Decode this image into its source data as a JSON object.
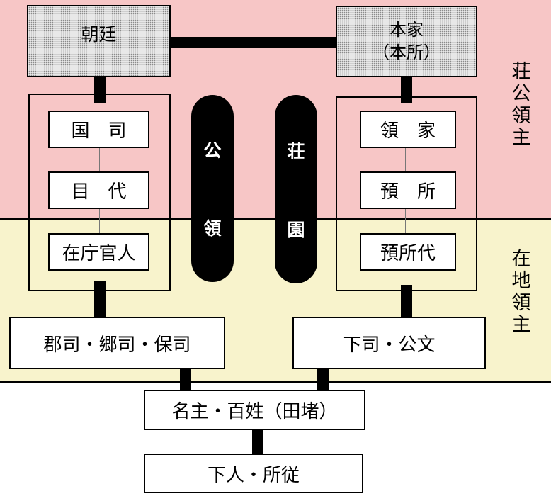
{
  "colors": {
    "upper_band": "#f7c6c6",
    "lower_band": "#f8f3cc",
    "ink": "#000000"
  },
  "side_labels": {
    "upper": [
      "荘",
      "公",
      "領",
      "主"
    ],
    "lower": [
      "在",
      "地",
      "領",
      "主"
    ]
  },
  "court": {
    "label": "朝廷"
  },
  "proprietor": {
    "line1": "本家",
    "line2": "（本所）"
  },
  "public_domain": {
    "chars": [
      "公",
      "領"
    ]
  },
  "manor": {
    "chars": [
      "荘",
      "園"
    ]
  },
  "kokuga": {
    "items": [
      "国　司",
      "目　代",
      "在庁官人"
    ]
  },
  "manor_office": {
    "items": [
      "領　家",
      "預　所",
      "預所代"
    ]
  },
  "local_left": "郡司・郷司・保司",
  "local_right": "下司・公文",
  "myoshu": "名主・百姓（田堵）",
  "genin": "下人・所従"
}
